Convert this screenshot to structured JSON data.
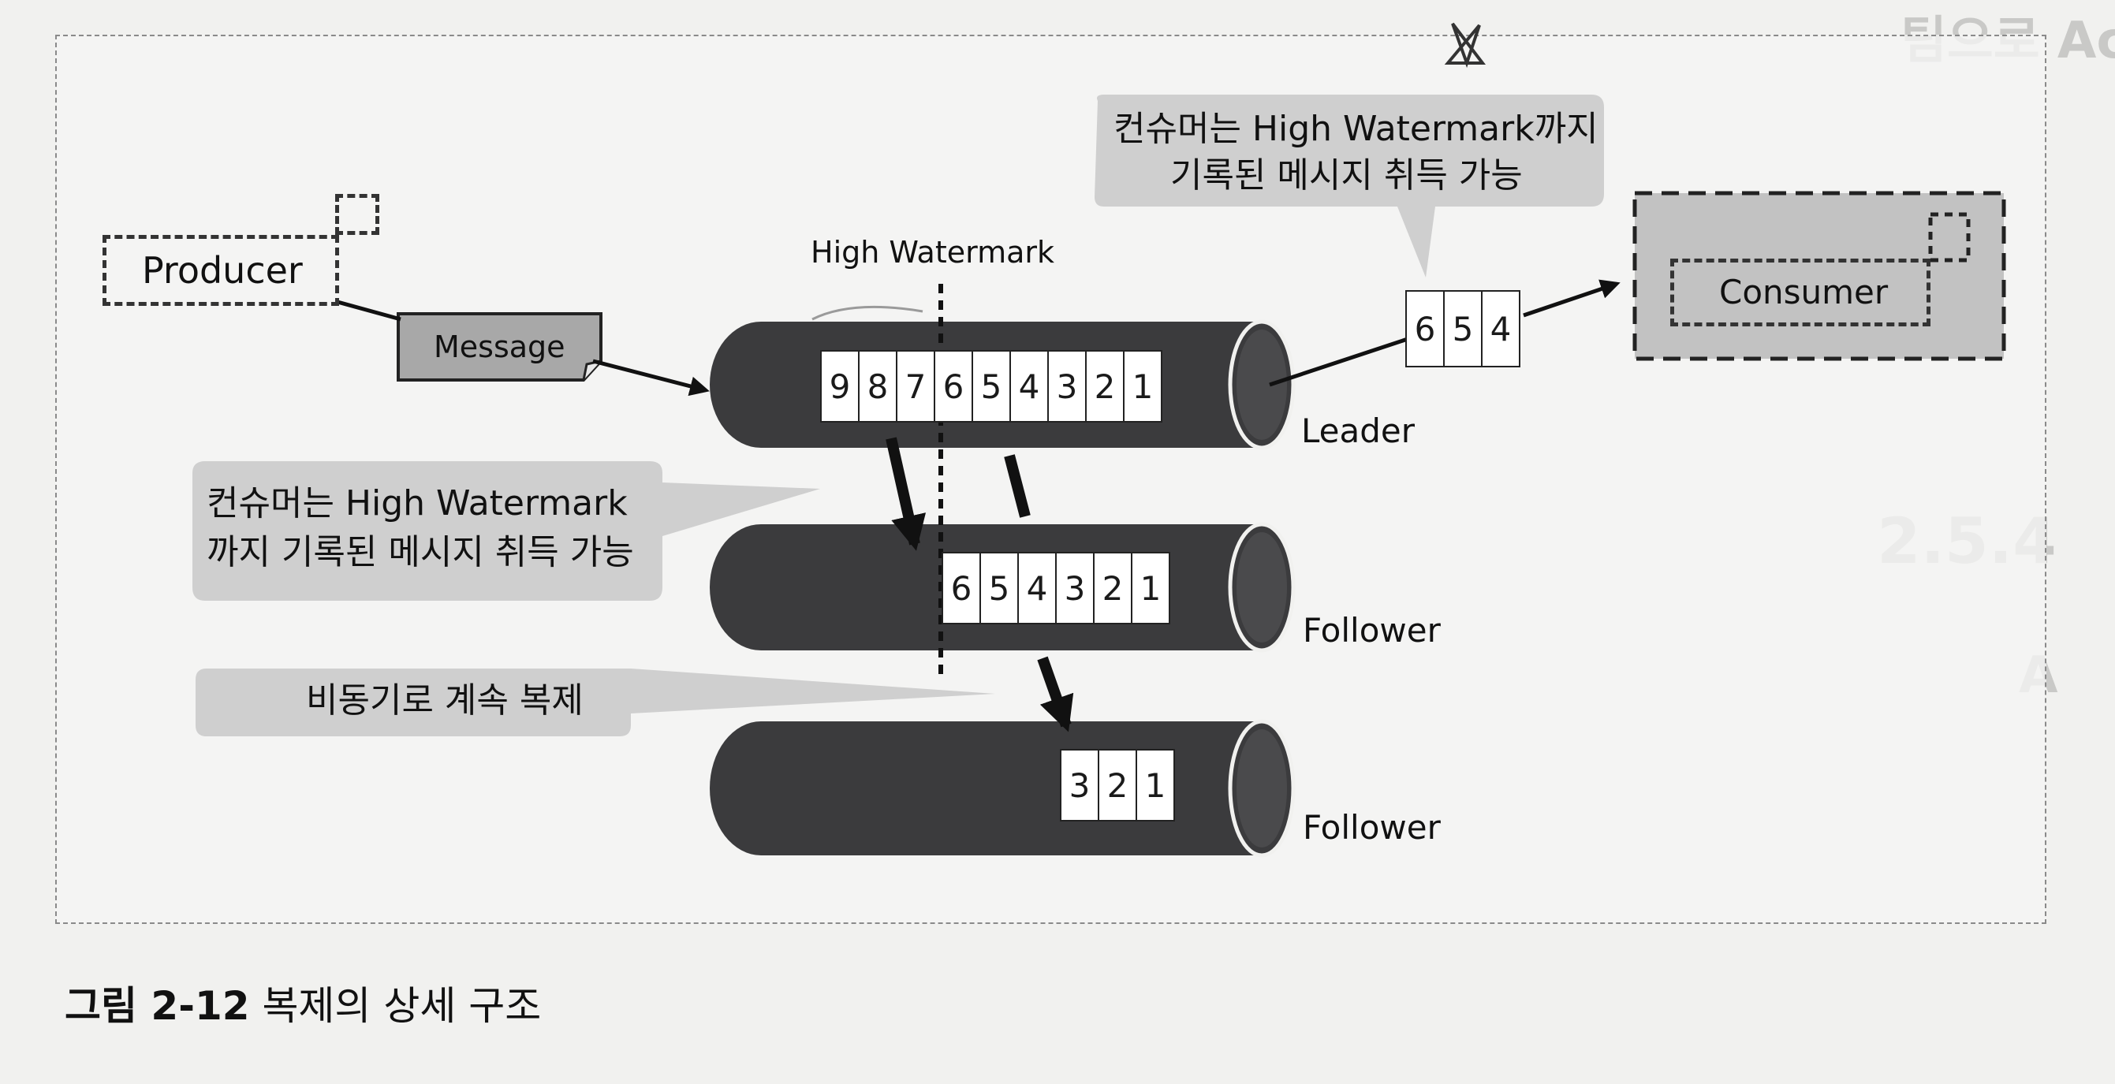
{
  "diagram": {
    "producer": "Producer",
    "message": "Message",
    "high_watermark": "High Watermark",
    "consumer": "Consumer",
    "leader": "Leader",
    "follower_1": "Follower",
    "follower_2": "Follower",
    "leader_offsets": [
      "9",
      "8",
      "7",
      "6",
      "5",
      "4",
      "3",
      "2",
      "1"
    ],
    "follower_1_offsets": [
      "6",
      "5",
      "4",
      "3",
      "2",
      "1"
    ],
    "follower_2_offsets": [
      "3",
      "2",
      "1"
    ],
    "fetched_offsets": [
      "6",
      "5",
      "4"
    ],
    "callout_top": {
      "line1": "컨슈머는 High Watermark까지",
      "line2": "기록된 메시지 취득 가능"
    },
    "callout_left": {
      "line1": "컨슈머는 High Watermark",
      "line2": "까지 기록된 메시지 취득 가능"
    },
    "callout_async": "비동기로 계속 복제",
    "cylinder_color": "#3b3b3d",
    "callout_color": "#cfcfcf"
  },
  "caption": {
    "label": "그림 2-12",
    "text": "복제의 상세 구조"
  }
}
